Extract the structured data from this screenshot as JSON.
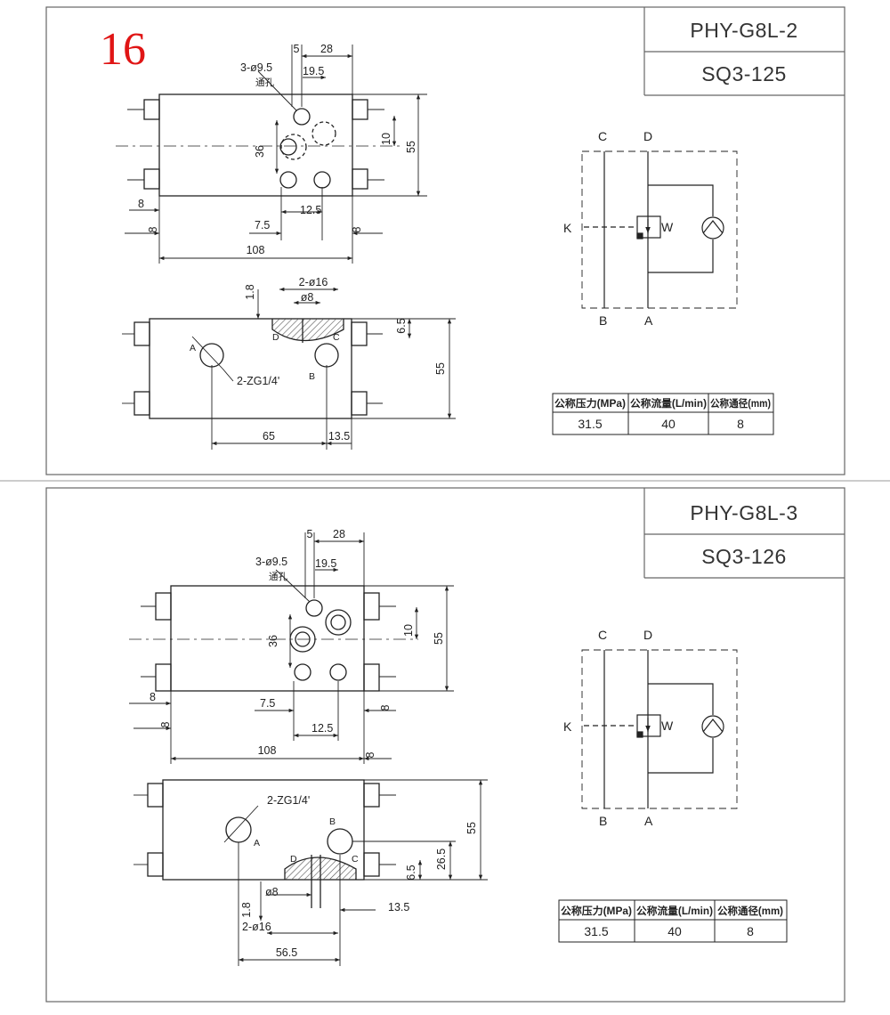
{
  "page_number": "16",
  "drawings": [
    {
      "model": "PHY-G8L-2",
      "part": "SQ3-125",
      "view_top": {
        "holes_label": "3-ø9.5",
        "through_label": "通孔",
        "dims": [
          "5",
          "28",
          "19.5",
          "36",
          "10",
          "55",
          "8",
          "8",
          "7.5",
          "12.5",
          "8",
          "108"
        ]
      },
      "view_bottom": {
        "dims": [
          "1.8",
          "2-ø16",
          "ø8",
          "6.5",
          "55",
          "65",
          "13.5"
        ],
        "thread_label": "2-ZG1/4'",
        "port_letters": [
          "A",
          "B",
          "C",
          "D"
        ]
      },
      "symbol_ports": [
        "C",
        "D",
        "K",
        "B",
        "A",
        "W"
      ],
      "spec_table": {
        "headers": [
          "公称压力(MPa)",
          "公称流量(L/min)",
          "公称通径(mm)"
        ],
        "values": [
          "31.5",
          "40",
          "8"
        ]
      }
    },
    {
      "model": "PHY-G8L-3",
      "part": "SQ3-126",
      "view_top": {
        "holes_label": "3-ø9.5",
        "through_label": "通孔",
        "dims": [
          "5",
          "28",
          "19.5",
          "36",
          "10",
          "55",
          "8",
          "8",
          "7.5",
          "12.5",
          "8",
          "108",
          "8"
        ]
      },
      "view_bottom": {
        "dims": [
          "55",
          "26.5",
          "6.5",
          "ø8",
          "1.8",
          "2-ø16",
          "13.5",
          "56.5"
        ],
        "thread_label": "2-ZG1/4'",
        "port_letters": [
          "A",
          "B",
          "C",
          "D"
        ]
      },
      "symbol_ports": [
        "C",
        "D",
        "K",
        "B",
        "A",
        "W"
      ],
      "spec_table": {
        "headers": [
          "公称压力(MPa)",
          "公称流量(L/min)",
          "公称通径(mm)"
        ],
        "values": [
          "31.5",
          "40",
          "8"
        ]
      }
    }
  ]
}
